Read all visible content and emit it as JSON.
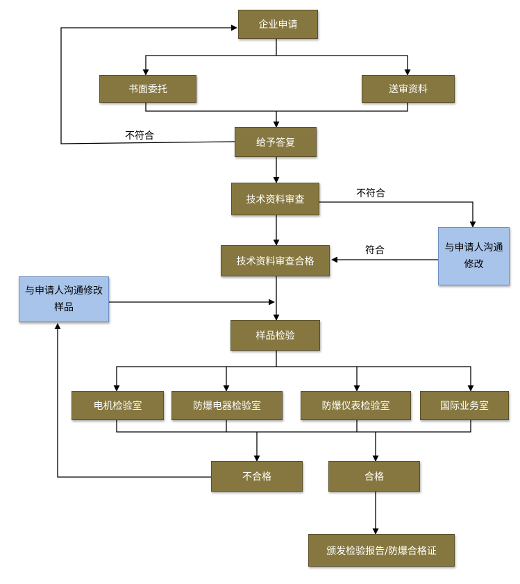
{
  "colors": {
    "process_box": "#85773f",
    "note_box": "#a9c4ea",
    "line": "#000000"
  },
  "nodes": {
    "apply": "企业申请",
    "written": "书面委托",
    "submit": "送审资料",
    "reply": "给予答复",
    "review": "技术资料审查",
    "review_pass": "技术资料审查合格",
    "contact_mod": "与申请人沟通修改",
    "contact_sample": "与申请人沟通修改样品",
    "sample_test": "样品检验",
    "lab_motor": "电机检验室",
    "lab_electrical": "防爆电器检验室",
    "lab_instrument": "防爆仪表检验室",
    "lab_intl": "国际业务室",
    "fail": "不合格",
    "pass": "合格",
    "certificate": "颁发检验报告/防爆合格证"
  },
  "labels": {
    "reply_not_ok": "不符合",
    "review_not_ok": "不符合",
    "mod_ok": "符合"
  }
}
